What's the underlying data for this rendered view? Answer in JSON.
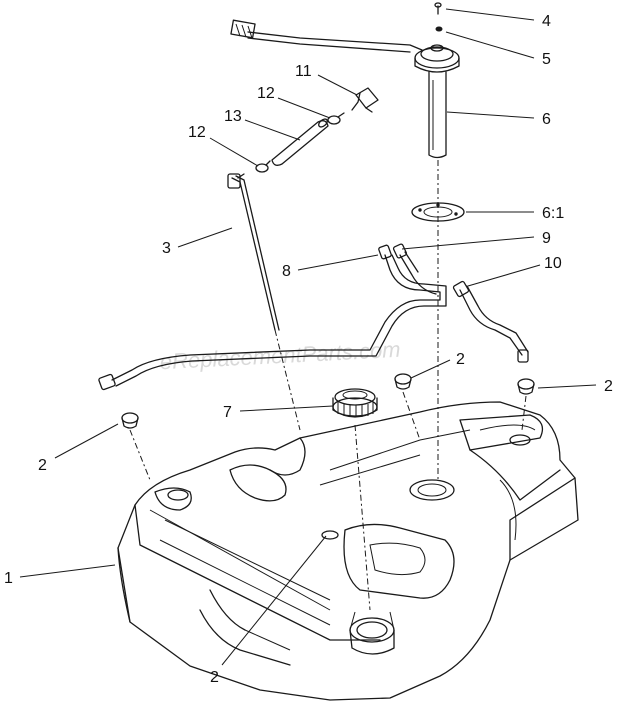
{
  "watermark": "eReplacementParts.com",
  "callouts": {
    "c1": "1",
    "c2a": "2",
    "c2b": "2",
    "c2c": "2",
    "c2d": "2",
    "c3": "3",
    "c4": "4",
    "c5": "5",
    "c6": "6",
    "c61": "6:1",
    "c7": "7",
    "c8": "8",
    "c9": "9",
    "c10": "10",
    "c11": "11",
    "c12a": "12",
    "c12b": "12",
    "c13": "13"
  }
}
